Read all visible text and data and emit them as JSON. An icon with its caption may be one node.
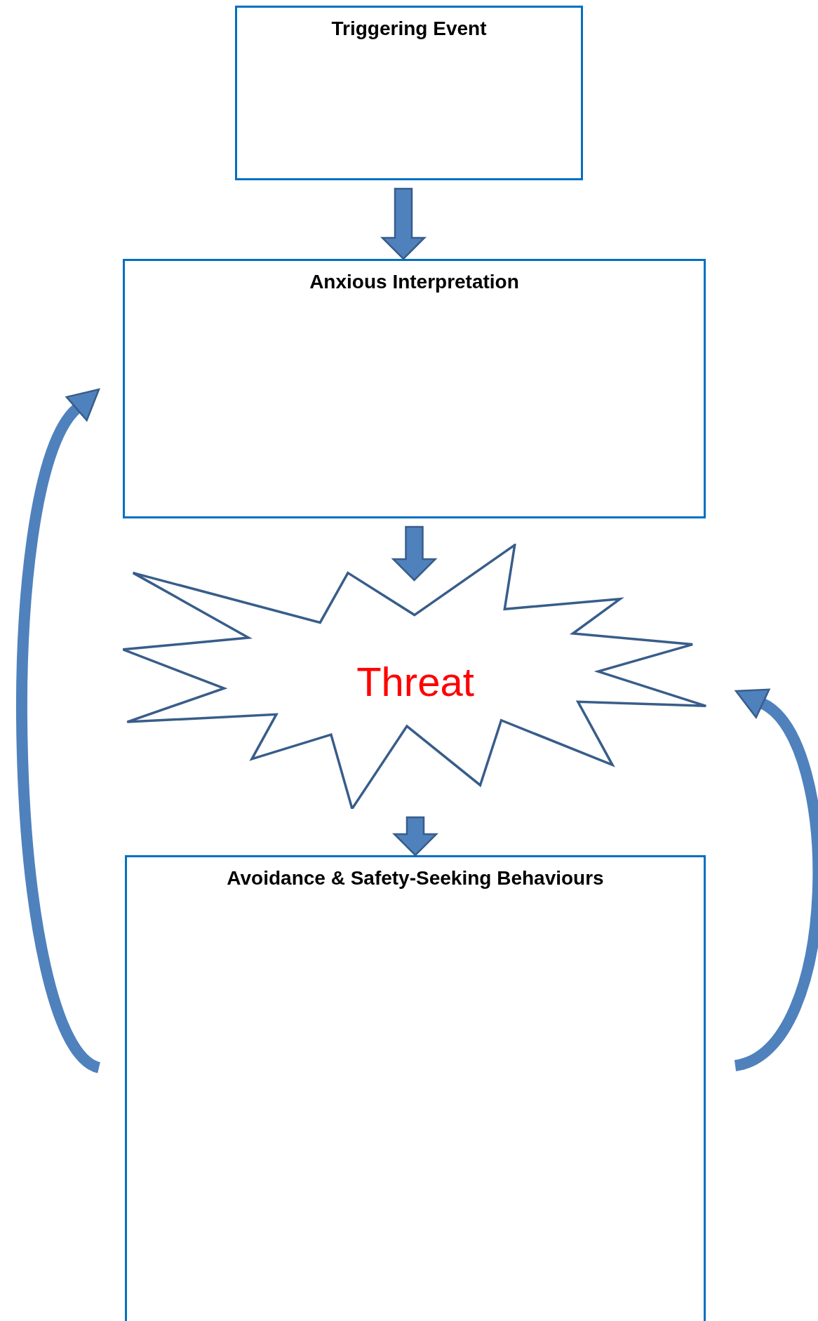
{
  "diagram": {
    "nodes": [
      {
        "text": [
          "Triggering Event"
        ]
      },
      {
        "text": [
          "Anxious Interpretation"
        ]
      },
      {
        "text": [
          "Threat"
        ]
      },
      {
        "text": [
          "Avoidance & Safety-Seeking Behaviours"
        ]
      }
    ],
    "edges": [
      {
        "from": 0,
        "to": 1,
        "arrow": "to"
      },
      {
        "from": 1,
        "to": 2,
        "arrow": "to"
      },
      {
        "from": 2,
        "to": 3,
        "arrow": "to"
      },
      {
        "from": 3,
        "to": 1,
        "arrow": "to"
      },
      {
        "from": 3,
        "to": 2,
        "arrow": "to"
      }
    ]
  }
}
